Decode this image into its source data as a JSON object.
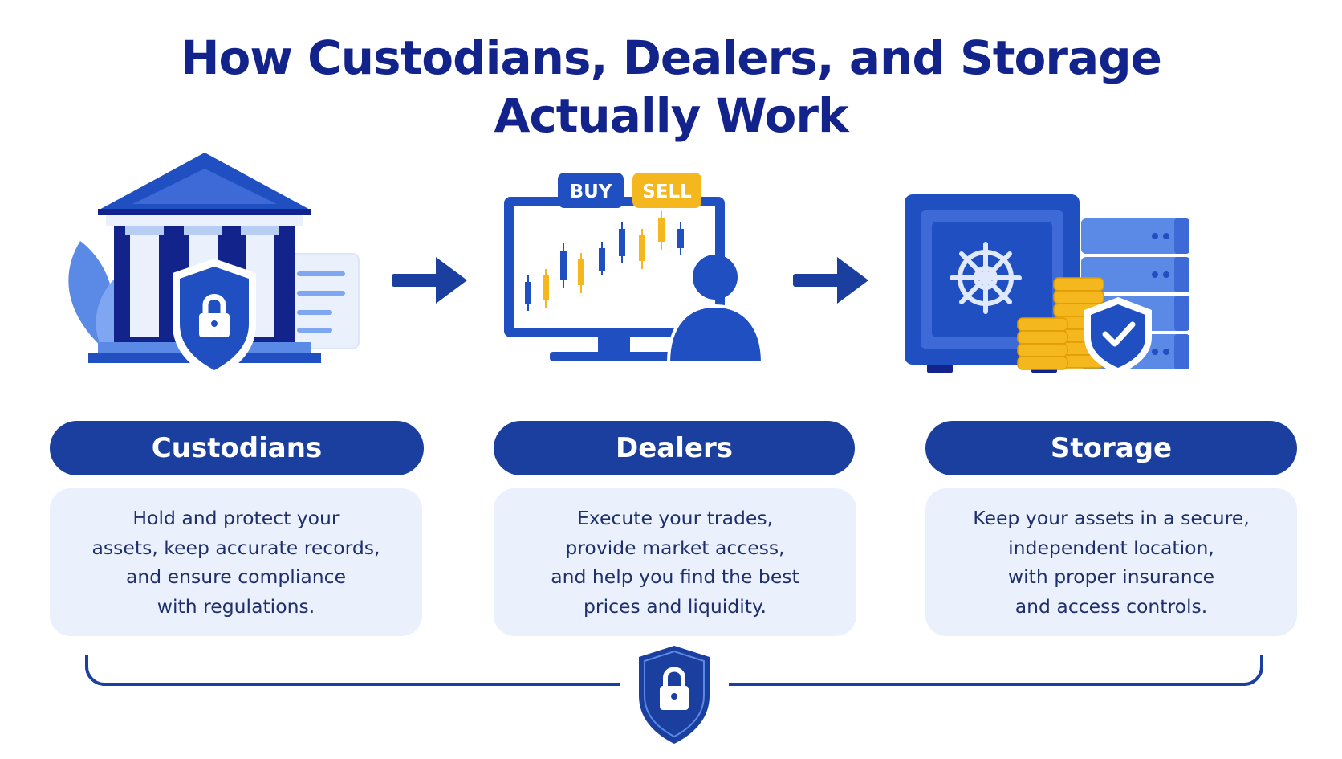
{
  "title": {
    "line1": "How Custodians, Dealers, and Storage",
    "line2": "Actually Work"
  },
  "colors": {
    "navy": "#13238c",
    "primary": "#1b3f9e",
    "blue": "#1f4fc0",
    "light_blue": "#5b8ae6",
    "panel": "#eaf1fd",
    "gold": "#f4b71d"
  },
  "steps": [
    {
      "name": "Custodians",
      "icon": "bank-building-shield-icon",
      "description": [
        "Hold and protect your",
        "assets, keep accurate records,",
        "and ensure compliance",
        "with regulations."
      ]
    },
    {
      "name": "Dealers",
      "icon": "trading-monitor-icon",
      "labels": {
        "buy": "BUY",
        "sell": "SELL"
      },
      "description": [
        "Execute your trades,",
        "provide market access,",
        "and help you find the best",
        "prices and liquidity."
      ]
    },
    {
      "name": "Storage",
      "icon": "vault-safe-icon",
      "description": [
        "Keep your assets in a secure,",
        "independent location,",
        "with proper insurance",
        "and access controls."
      ]
    }
  ],
  "footer": {
    "icon": "lock-shield-icon"
  }
}
